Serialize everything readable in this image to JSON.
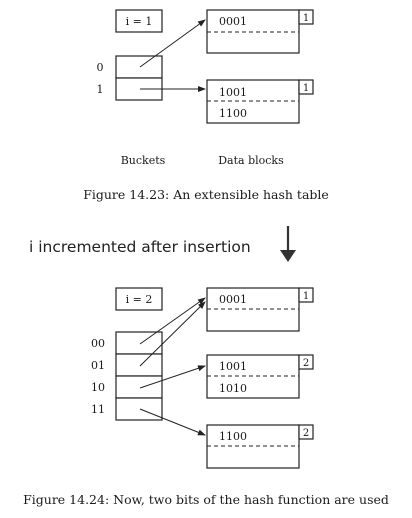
{
  "figure1": {
    "global_depth": "i = 1",
    "bucket_labels": [
      "0",
      "1"
    ],
    "blocks": [
      {
        "nub": "1",
        "records": [
          "0001",
          ""
        ]
      },
      {
        "nub": "1",
        "records": [
          "1001",
          "1100"
        ]
      }
    ],
    "buckets_label": "Buckets",
    "blocks_label": "Data blocks",
    "caption": "Figure 14.23: An extensible hash table"
  },
  "annotation": {
    "text": "i incremented after insertion",
    "arrow": "down-arrow-icon"
  },
  "figure2": {
    "global_depth": "i = 2",
    "bucket_labels": [
      "00",
      "01",
      "10",
      "11"
    ],
    "blocks": [
      {
        "nub": "1",
        "records": [
          "0001",
          ""
        ]
      },
      {
        "nub": "2",
        "records": [
          "1001",
          "1010"
        ]
      },
      {
        "nub": "2",
        "records": [
          "1100",
          ""
        ]
      }
    ],
    "caption": "Figure 14.24: Now, two bits of the hash function are used"
  }
}
